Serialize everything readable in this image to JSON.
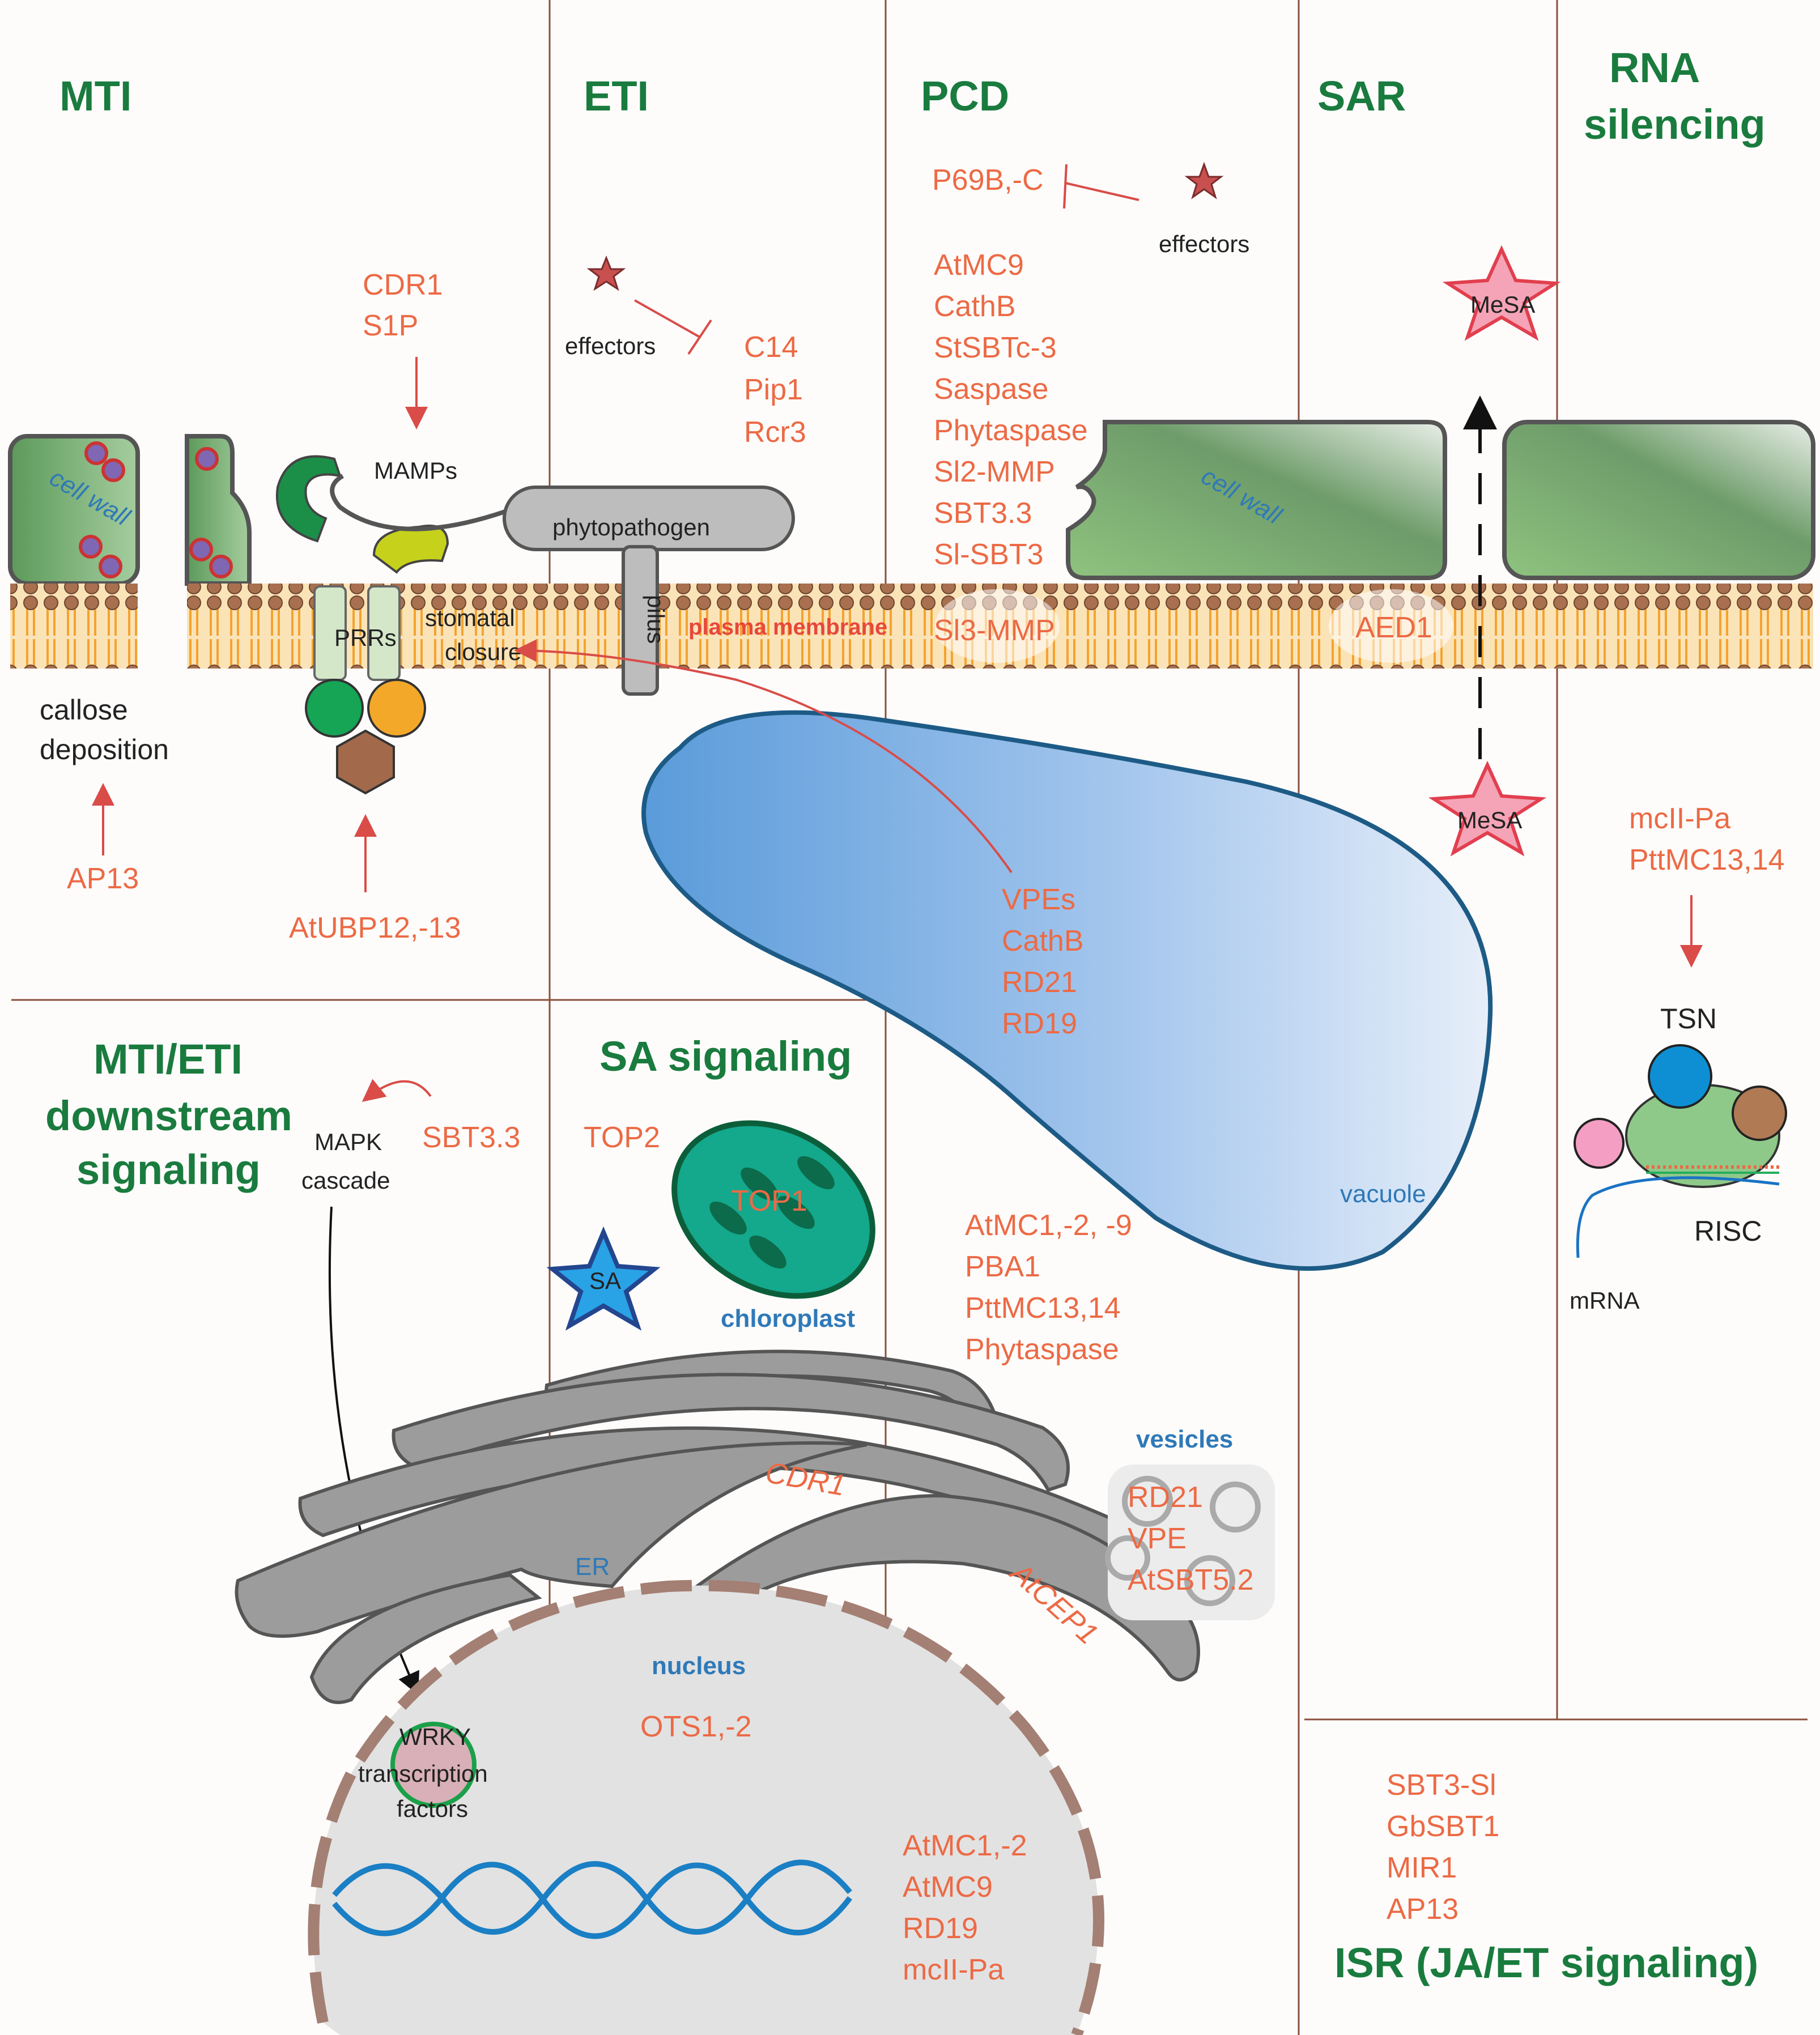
{
  "sections": {
    "mti": "MTI",
    "eti": "ETI",
    "pcd": "PCD",
    "sar": "SAR",
    "rna_silencing": [
      "RNA",
      "silencing"
    ],
    "mti_eti_downstream": [
      "MTI/ETI",
      "downstream",
      "signaling"
    ],
    "sa_signaling": "SA signaling",
    "isr": "ISR (JA/ET signaling)"
  },
  "labels": {
    "mamps": "MAMPs",
    "phytopathogen": "phytopathogen",
    "pilus": "pilus",
    "prrs": "PRRs",
    "stomatal_closure": [
      "stomatal",
      "closure"
    ],
    "plasma_membrane": "plasma membrane",
    "cell_wall_left": "cell wall",
    "cell_wall_right": "cell wall",
    "callose_deposition": [
      "callose",
      "deposition"
    ],
    "effectors_eti": "effectors",
    "effectors_pcd": "effectors",
    "mesa_top": "MeSA",
    "mesa_bottom": "MeSA",
    "vacuole": "vacuole",
    "chloroplast": "chloroplast",
    "top1_in_chloroplast": "TOP1",
    "sa": "SA",
    "mapk": [
      "MAPK",
      "cascade"
    ],
    "er": "ER",
    "nucleus": "nucleus",
    "vesicles": "vesicles",
    "wrky": [
      "WRKY",
      "transcription",
      "factors"
    ],
    "tsn": "TSN",
    "risc": "RISC",
    "mrna": "mRNA"
  },
  "genes": {
    "cdr1_s1p": [
      "CDR1",
      "S1P"
    ],
    "ap13_mti": "AP13",
    "atubp": "AtUBP12,-13",
    "eti": [
      "C14",
      "Pip1",
      "Rcr3"
    ],
    "p69": "P69B,-C",
    "pcd": [
      "AtMC9",
      "CathB",
      "StSBTc-3",
      "Saspase",
      "Phytaspase",
      "Sl2-MMP",
      "SBT3.3",
      "Sl-SBT3"
    ],
    "sl3_mmp": "Sl3-MMP",
    "aed1": "AED1",
    "vacuole": [
      "VPEs",
      "CathB",
      "RD21",
      "RD19"
    ],
    "rna": [
      "mcII-Pa",
      "PttMC13,14"
    ],
    "sbt33": "SBT3.3",
    "top2": "TOP2",
    "cytoplasm": [
      "AtMC1,-2, -9",
      "PBA1",
      "PttMC13,14",
      "Phytaspase"
    ],
    "cdr1_er": "CDR1",
    "atcep1": "AtCEP1",
    "vesicles": [
      "RD21",
      "VPE",
      "AtSBT5.2"
    ],
    "ots": "OTS1,-2",
    "nucleus": [
      "AtMC1,-2",
      "AtMC9",
      "RD19",
      "mcII-Pa"
    ],
    "isr": [
      "SBT3-Sl",
      "GbSBT1",
      "MIR1",
      "AP13"
    ]
  },
  "colors": {
    "section_title": "#1a7b3e",
    "gene": "#ec6a45",
    "organelle": "#2f79b8",
    "divider": "#8a4f3c",
    "membrane_lipid": "#f4a32e",
    "membrane_head": "#9c6b4d",
    "vacuole": "#5e9ddb",
    "chloroplast": "#14a88c",
    "er": "#9c9c9c"
  }
}
